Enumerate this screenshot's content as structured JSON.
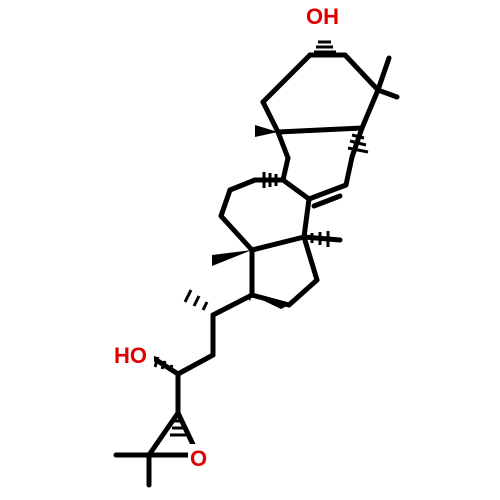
{
  "colors": {
    "bond": "#000000",
    "oxygen": "#e00000",
    "background": "#ffffff"
  },
  "atom_labels": {
    "hydroxyl_top": "OH",
    "hydroxyl_side": "HO",
    "epoxide_oxygen": "O"
  }
}
